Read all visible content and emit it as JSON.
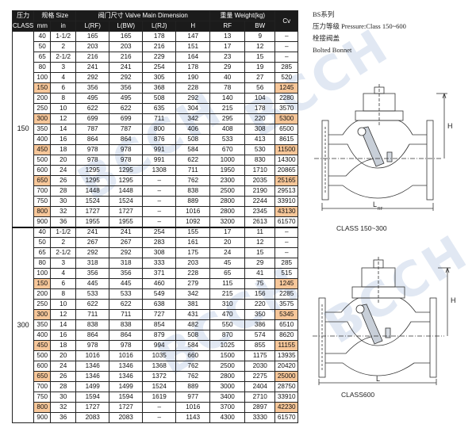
{
  "watermark": "BCCH",
  "header": {
    "class_cn": "压力",
    "class_en": "CLASS",
    "size_title": "规格 Size",
    "mm": "mm",
    "in": "in",
    "dim_title": "阀门尺寸 Valve Main Dimension",
    "lrf": "L(RF)",
    "lbw": "L(BW)",
    "lrj": "L(RJ)",
    "h": "H",
    "weight_title": "重量 Weight(kg)",
    "rf": "RF",
    "bw": "BW",
    "cv": "Cv"
  },
  "groups": [
    {
      "class": "150",
      "rows": [
        [
          "40",
          "1-1/2",
          "165",
          "165",
          "178",
          "147",
          "13",
          "9",
          "–"
        ],
        [
          "50",
          "2",
          "203",
          "203",
          "216",
          "151",
          "17",
          "12",
          "–"
        ],
        [
          "65",
          "2-1/2",
          "216",
          "216",
          "229",
          "164",
          "23",
          "15",
          "–"
        ],
        [
          "80",
          "3",
          "241",
          "241",
          "254",
          "178",
          "29",
          "19",
          "285"
        ],
        [
          "100",
          "4",
          "292",
          "292",
          "305",
          "190",
          "40",
          "27",
          "520"
        ],
        [
          "150",
          "6",
          "356",
          "356",
          "368",
          "228",
          "78",
          "56",
          "1245"
        ],
        [
          "200",
          "8",
          "495",
          "495",
          "508",
          "292",
          "140",
          "104",
          "2280"
        ],
        [
          "250",
          "10",
          "622",
          "622",
          "635",
          "304",
          "215",
          "178",
          "3570"
        ],
        [
          "300",
          "12",
          "699",
          "699",
          "711",
          "342",
          "295",
          "220",
          "5300"
        ],
        [
          "350",
          "14",
          "787",
          "787",
          "800",
          "406",
          "408",
          "308",
          "6500"
        ],
        [
          "400",
          "16",
          "864",
          "864",
          "876",
          "508",
          "533",
          "413",
          "8615"
        ],
        [
          "450",
          "18",
          "978",
          "978",
          "991",
          "584",
          "670",
          "530",
          "11500"
        ],
        [
          "500",
          "20",
          "978",
          "978",
          "991",
          "622",
          "1000",
          "830",
          "14300"
        ],
        [
          "600",
          "24",
          "1295",
          "1295",
          "1308",
          "711",
          "1950",
          "1710",
          "20865"
        ],
        [
          "650",
          "26",
          "1295",
          "1295",
          "–",
          "762",
          "2300",
          "2035",
          "25165"
        ],
        [
          "700",
          "28",
          "1448",
          "1448",
          "–",
          "838",
          "2500",
          "2190",
          "29513"
        ],
        [
          "750",
          "30",
          "1524",
          "1524",
          "–",
          "889",
          "2800",
          "2244",
          "33910"
        ],
        [
          "800",
          "32",
          "1727",
          "1727",
          "–",
          "1016",
          "2800",
          "2345",
          "43130"
        ],
        [
          "900",
          "36",
          "1955",
          "1955",
          "–",
          "1092",
          "3200",
          "2613",
          "61570"
        ]
      ]
    },
    {
      "class": "300",
      "rows": [
        [
          "40",
          "1-1/2",
          "241",
          "241",
          "254",
          "155",
          "17",
          "11",
          "–"
        ],
        [
          "50",
          "2",
          "267",
          "267",
          "283",
          "161",
          "20",
          "12",
          "–"
        ],
        [
          "65",
          "2-1/2",
          "292",
          "292",
          "308",
          "175",
          "24",
          "15",
          "–"
        ],
        [
          "80",
          "3",
          "318",
          "318",
          "333",
          "203",
          "45",
          "29",
          "285"
        ],
        [
          "100",
          "4",
          "356",
          "356",
          "371",
          "228",
          "65",
          "41",
          "515"
        ],
        [
          "150",
          "6",
          "445",
          "445",
          "460",
          "279",
          "115",
          "75",
          "1245"
        ],
        [
          "200",
          "8",
          "533",
          "533",
          "549",
          "342",
          "215",
          "156",
          "2285"
        ],
        [
          "250",
          "10",
          "622",
          "622",
          "638",
          "381",
          "310",
          "220",
          "3575"
        ],
        [
          "300",
          "12",
          "711",
          "711",
          "727",
          "431",
          "470",
          "350",
          "5345"
        ],
        [
          "350",
          "14",
          "838",
          "838",
          "854",
          "482",
          "550",
          "386",
          "6510"
        ],
        [
          "400",
          "16",
          "864",
          "864",
          "879",
          "508",
          "870",
          "574",
          "8620"
        ],
        [
          "450",
          "18",
          "978",
          "978",
          "994",
          "584",
          "1025",
          "855",
          "11155"
        ],
        [
          "500",
          "20",
          "1016",
          "1016",
          "1035",
          "660",
          "1500",
          "1175",
          "13935"
        ],
        [
          "600",
          "24",
          "1346",
          "1346",
          "1368",
          "762",
          "2500",
          "2030",
          "20420"
        ],
        [
          "650",
          "26",
          "1346",
          "1346",
          "1372",
          "762",
          "2800",
          "2275",
          "25000"
        ],
        [
          "700",
          "28",
          "1499",
          "1499",
          "1524",
          "889",
          "3000",
          "2404",
          "28750"
        ],
        [
          "750",
          "30",
          "1594",
          "1594",
          "1619",
          "977",
          "3400",
          "2710",
          "33910"
        ],
        [
          "800",
          "32",
          "1727",
          "1727",
          "–",
          "1016",
          "3700",
          "2897",
          "42230"
        ],
        [
          "900",
          "36",
          "2083",
          "2083",
          "–",
          "1143",
          "4300",
          "3330",
          "61570"
        ]
      ]
    }
  ],
  "info": {
    "series": "BS系列",
    "pressure": "压力等级 Pressure:Class 150~600",
    "bonnet_cn": "栓接阀盖",
    "bonnet_en": "Bolted Bonnet"
  },
  "drawings": [
    {
      "caption": "CLASS 150~300",
      "h_label": "H",
      "l_label": "L",
      "l_sub": "RF"
    },
    {
      "caption": "CLASS600",
      "h_label": "H",
      "l_label": "L"
    }
  ]
}
